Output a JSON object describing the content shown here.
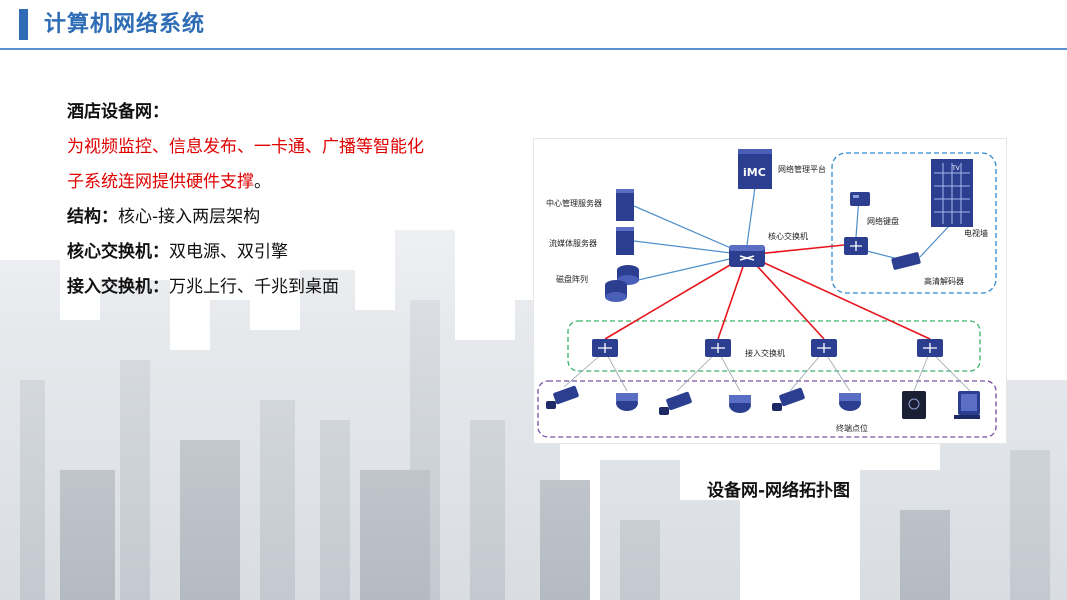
{
  "header": {
    "title": "计算机网络系统"
  },
  "content": {
    "heading": "酒店设备网：",
    "red_line_1": "为视频监控、信息发布、一卡通、广播等智能化",
    "red_line_2": "子系统连网提供硬件支撑",
    "red_line_2_end": "。",
    "structure_label": "结构：",
    "structure_value": "核心-接入两层架构",
    "core_label": "核心交换机：",
    "core_value": "双电源、双引擎",
    "access_label": "接入交换机：",
    "access_value": "万兆上行、千兆到桌面"
  },
  "diagram": {
    "nms_label": "网络管理平台",
    "nms_logo": "iMC",
    "central_server": "中心管理服务器",
    "stream_server": "流媒体服务器",
    "disk_array": "磁盘阵列",
    "core_switch": "核心交换机",
    "keyboard": "网络键盘",
    "video_wall": "电视墙",
    "video_wall_tag": "TV",
    "decoder": "高清解码器",
    "access_switch": "接入交换机",
    "terminals": "终端点位"
  },
  "caption": "设备网-网络拓扑图",
  "colors": {
    "accent": "#2e6db5",
    "highlight_red": "#e00000",
    "link_red": "#e8141b",
    "link_blue": "#4d8ec9",
    "group_green": "#3ab36a",
    "group_purple": "#7a4fa6",
    "group_blue": "#2f8ad0"
  }
}
